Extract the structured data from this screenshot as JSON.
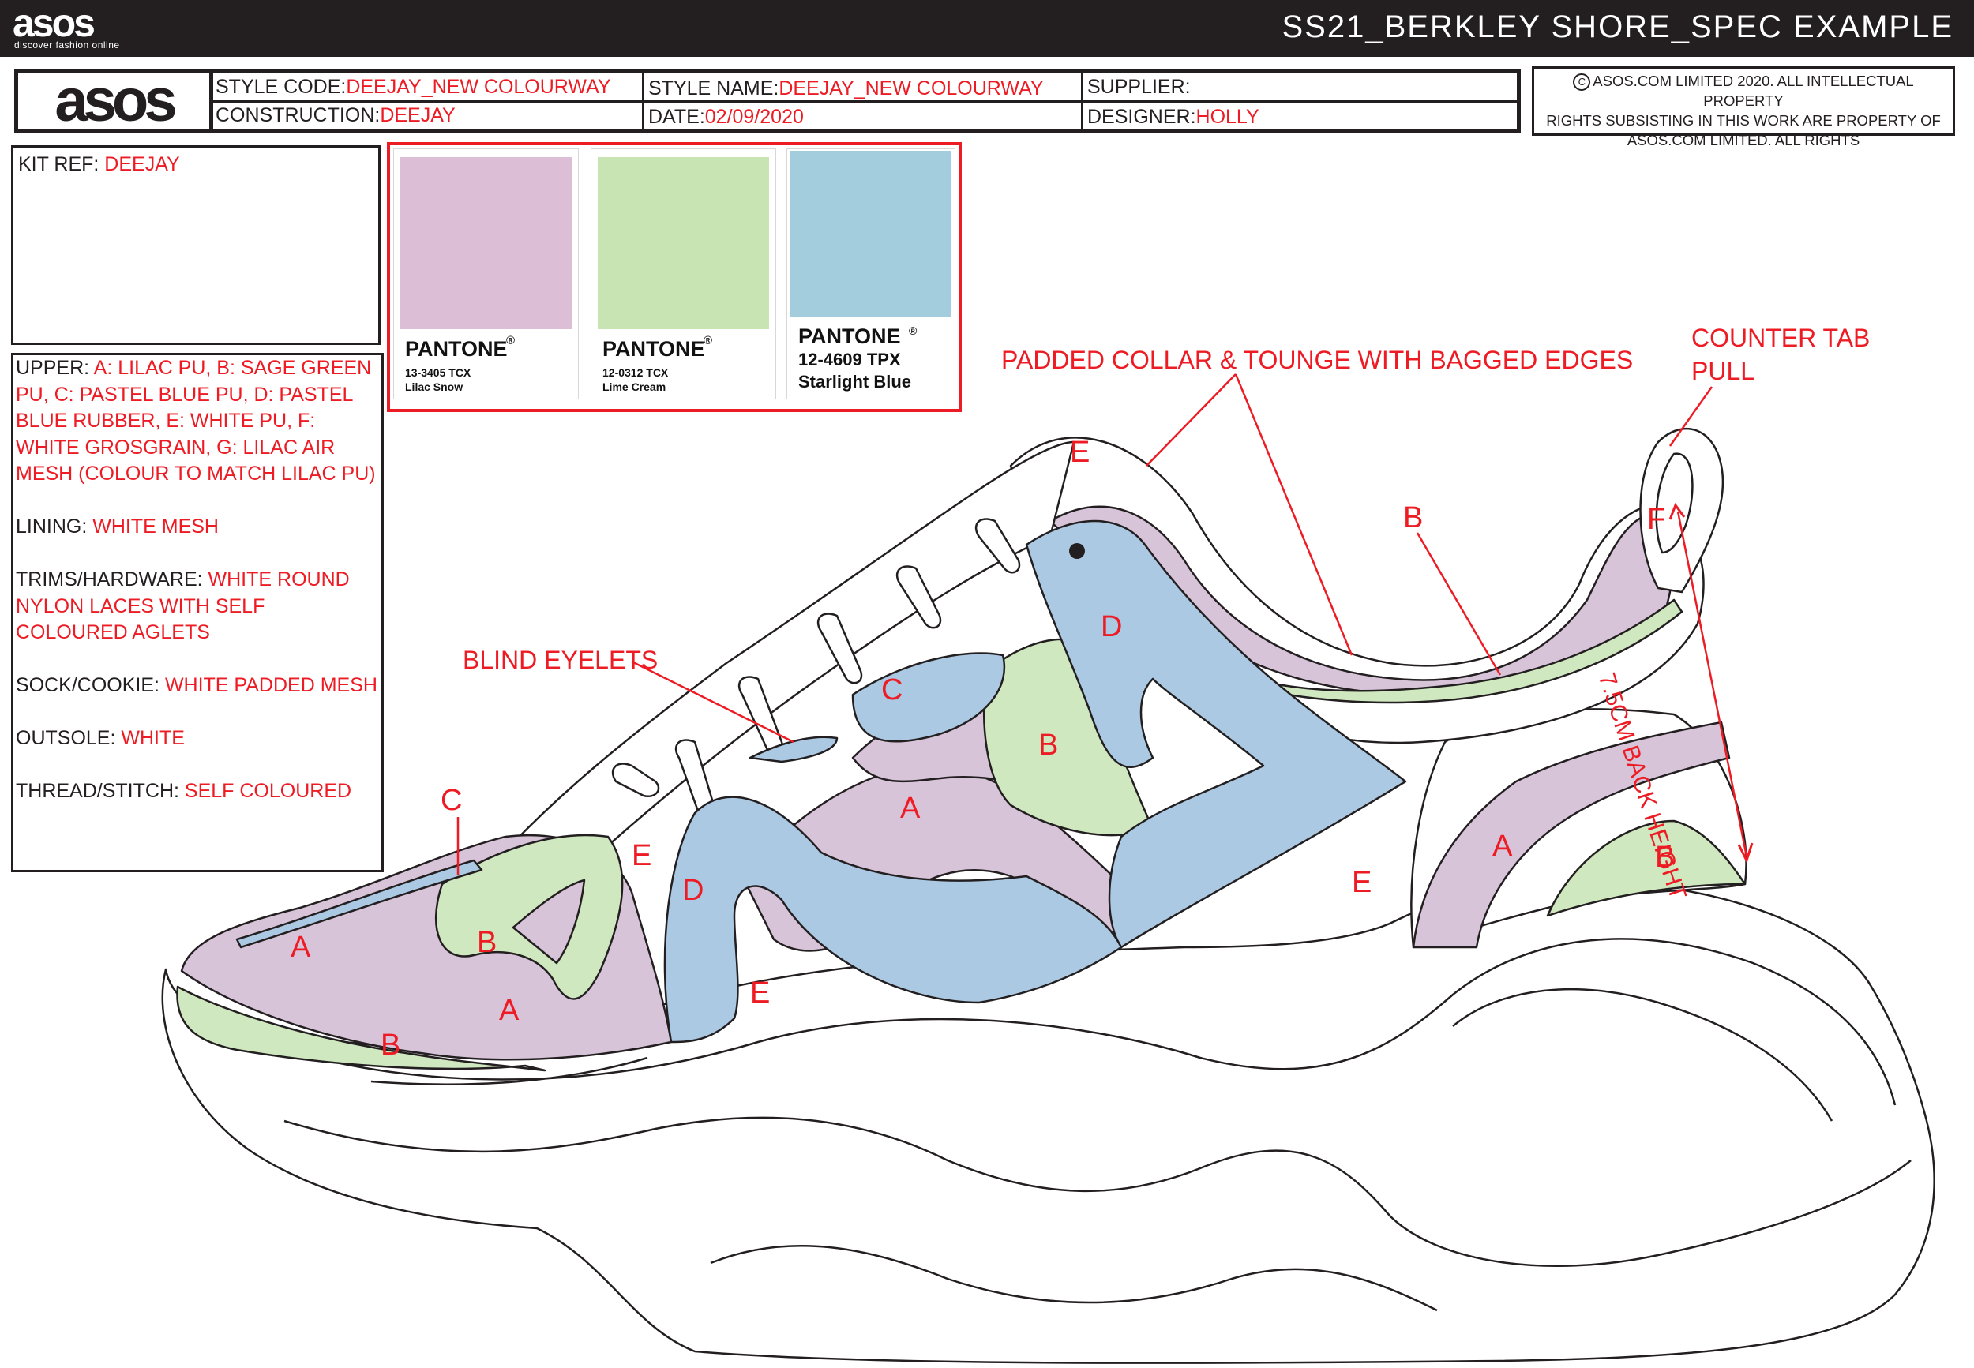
{
  "topbar": {
    "logo": "asos",
    "tagline": "discover fashion online",
    "title": "SS21_BERKLEY SHORE_SPEC EXAMPLE"
  },
  "header": {
    "logo": "asos",
    "style_code_label": "STYLE CODE:",
    "style_code": "DEEJAY_NEW COLOURWAY",
    "style_name_label": "STYLE NAME:",
    "style_name": "DEEJAY_NEW COLOURWAY",
    "supplier_label": "SUPPLIER:",
    "supplier": "",
    "construction_label": "CONSTRUCTION:",
    "construction": "DEEJAY",
    "date_label": "DATE:",
    "date": "02/09/2020",
    "designer_label": "DESIGNER:",
    "designer": "HOLLY"
  },
  "copyright": {
    "symbol": "C",
    "line1": "ASOS.COM LIMITED 2020. ALL INTELLECTUAL PROPERTY",
    "line2": "RIGHTS SUBSISTING IN THIS WORK ARE PROPERTY OF",
    "line3": "ASOS.COM LIMITED. ALL RIGHTS"
  },
  "kit": {
    "label": "KIT REF:",
    "value": "DEEJAY"
  },
  "spec": {
    "upper_label": "UPPER:",
    "upper_value": "A: LILAC PU, B: SAGE GREEN PU, C: PASTEL BLUE PU, D: PASTEL BLUE RUBBER, E: WHITE PU, F: WHITE GROSGRAIN, G: LILAC AIR MESH (COLOUR TO MATCH LILAC PU)",
    "lining_label": "LINING:",
    "lining_value": "WHITE MESH",
    "trims_label": "TRIMS/HARDWARE:",
    "trims_value": "WHITE ROUND NYLON LACES WITH SELF COLOURED AGLETS",
    "sock_label": "SOCK/COOKIE:",
    "sock_value": "WHITE PADDED MESH",
    "outsole_label": "OUTSOLE:",
    "outsole_value": "WHITE",
    "thread_label": "THREAD/STITCH:",
    "thread_value": "SELF COLOURED"
  },
  "pantones": [
    {
      "brand": "PANTONE",
      "code": "13-3405 TCX",
      "name": "Lilac Snow",
      "color": "#dcbfd6"
    },
    {
      "brand": "PANTONE",
      "code": "12-0312 TCX",
      "name": "Lime Cream",
      "color": "#c8e4b3"
    },
    {
      "brand": "PANTONE",
      "code": "12-4609 TPX",
      "name": "Starlight Blue",
      "color": "#a3cddc"
    }
  ],
  "annotations": {
    "collar": "PADDED COLLAR & TOUNGE WITH BAGGED EDGES",
    "counter1": "COUNTER TAB",
    "counter2": "PULL",
    "eyelets": "BLIND EYELETS",
    "back_height": "7.5CM BACK HEIGHT"
  },
  "part_labels": [
    "A",
    "B",
    "C",
    "D",
    "E",
    "F"
  ],
  "colors": {
    "lilac": "#d7c4d9",
    "green": "#cfe8bf",
    "blue": "#abc9e3",
    "red": "#ed1c24",
    "ink": "#231f20"
  }
}
